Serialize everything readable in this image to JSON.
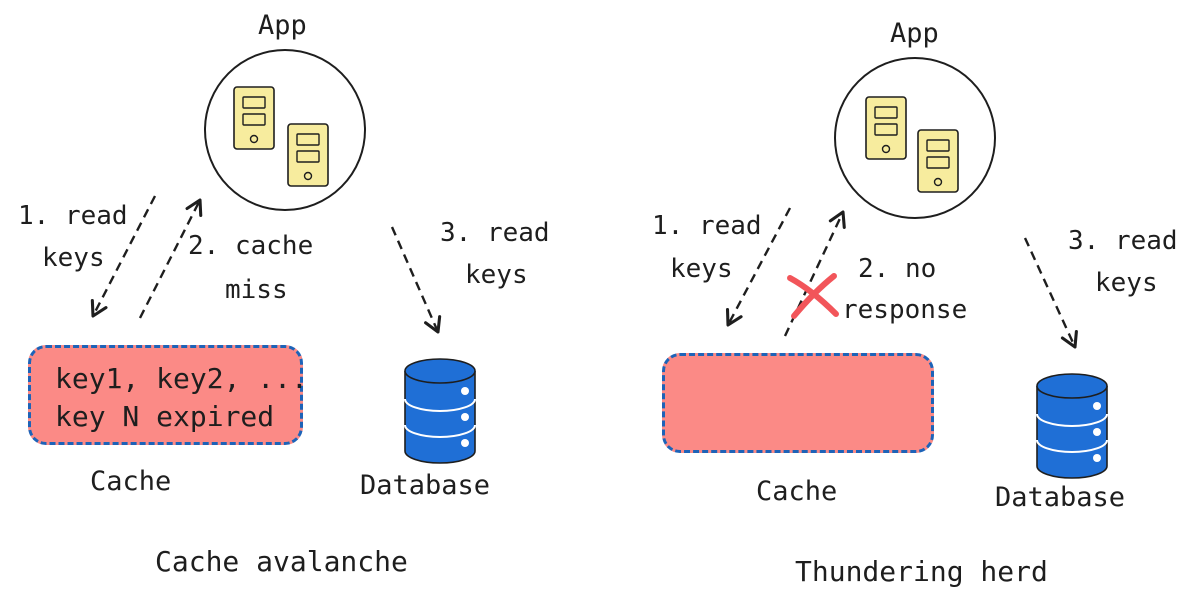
{
  "left_panel": {
    "app_label": "App",
    "step1_line1": "1. read",
    "step1_line2": "keys",
    "step2_line1": "2. cache",
    "step2_line2": "miss",
    "step3_line1": "3. read",
    "step3_line2": "keys",
    "cache_content_line1": "key1, key2, ...",
    "cache_content_line2": "key N expired",
    "cache_label": "Cache",
    "database_label": "Database",
    "caption": "Cache avalanche"
  },
  "right_panel": {
    "app_label": "App",
    "step1_line1": "1. read",
    "step1_line2": "keys",
    "step2_line1": "2. no",
    "step2_line2": "response",
    "step3_line1": "3. read",
    "step3_line2": "keys",
    "cache_label": "Cache",
    "database_label": "Database",
    "caption": "Thundering herd"
  },
  "colors": {
    "cache_fill": "#fb8a86",
    "cache_border": "#1d63b8",
    "database_fill": "#1f6fd6",
    "device_fill": "#f7ec9e",
    "cross_mark": "#f2555a"
  }
}
